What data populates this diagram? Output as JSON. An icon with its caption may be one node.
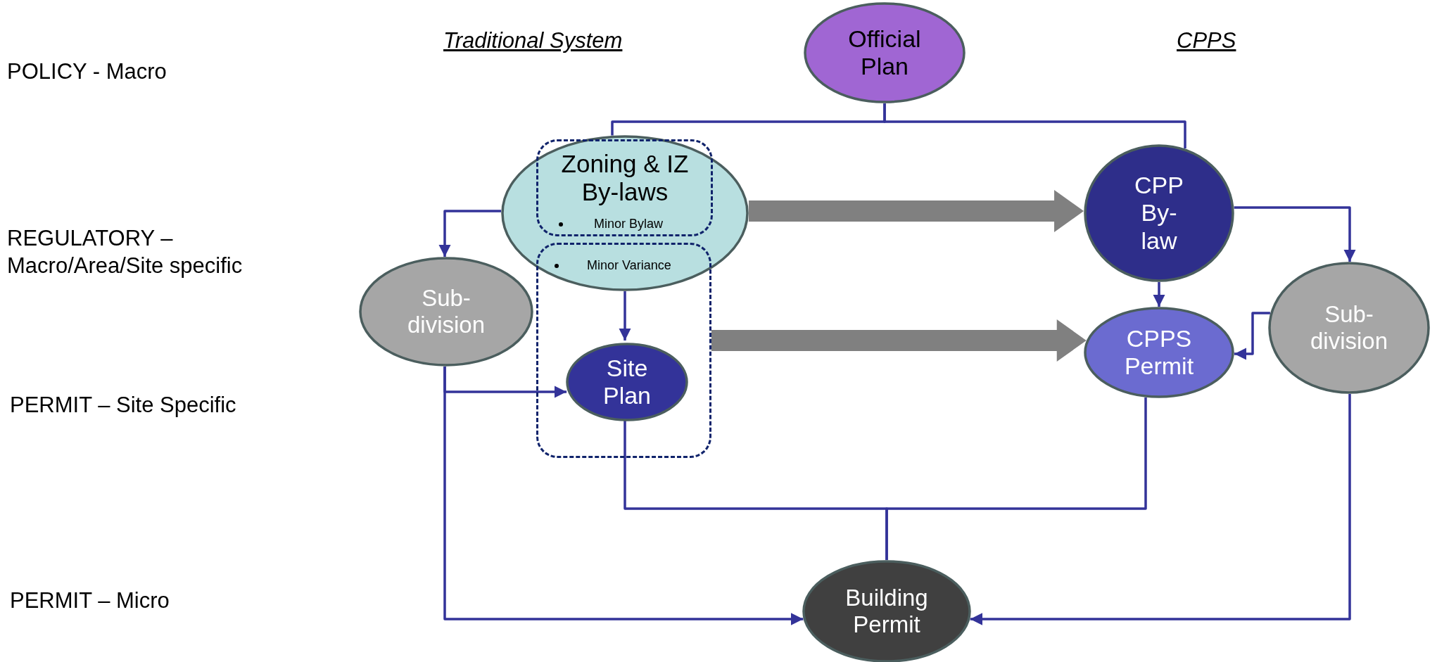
{
  "diagram": {
    "nodes": [
      {
        "text": [
          "Official Plan"
        ]
      },
      {
        "text": [
          "Zoning & IZ By-laws",
          "Minor Bylaw",
          "Minor Variance"
        ]
      },
      {
        "text": [],
        "shape": "box"
      },
      {
        "text": [
          "Site Plan"
        ],
        "in": 2
      },
      {
        "text": [
          "Sub-division"
        ]
      },
      {
        "text": [
          "CPP By-law"
        ]
      },
      {
        "text": [
          "CPPS Permit"
        ]
      },
      {
        "text": [
          "Sub-division"
        ]
      },
      {
        "text": [
          "Building Permit"
        ]
      }
    ],
    "edges": [
      {
        "from": 0,
        "to": 1,
        "arrow": "none"
      },
      {
        "from": 0,
        "to": 5,
        "arrow": "none"
      },
      {
        "from": 1,
        "to": 4,
        "arrow": "to"
      },
      {
        "from": 1,
        "to": 3,
        "arrow": "to"
      },
      {
        "from": 1,
        "to": 5,
        "arrow": "to",
        "style": "thick",
        "color": "#808080"
      },
      {
        "from": 2,
        "to": 6,
        "arrow": "to",
        "style": "thick",
        "color": "#808080"
      },
      {
        "from": 4,
        "to": 3,
        "arrow": "to"
      },
      {
        "from": 4,
        "to": 8,
        "arrow": "to"
      },
      {
        "from": 5,
        "to": 6,
        "arrow": "to"
      },
      {
        "from": 5,
        "to": 7,
        "arrow": "to"
      },
      {
        "from": 7,
        "to": 6,
        "arrow": "to"
      },
      {
        "from": 7,
        "to": 8,
        "arrow": "to"
      },
      {
        "from": 3,
        "to": 8,
        "arrow": "none"
      },
      {
        "from": 6,
        "to": 8,
        "arrow": "none"
      }
    ],
    "labels": [
      "Traditional System",
      "CPPS",
      "POLICY - Macro",
      "REGULATORY – Macro/Area/Site specific",
      "PERMIT – Site Specific",
      "PERMIT – Micro"
    ]
  }
}
